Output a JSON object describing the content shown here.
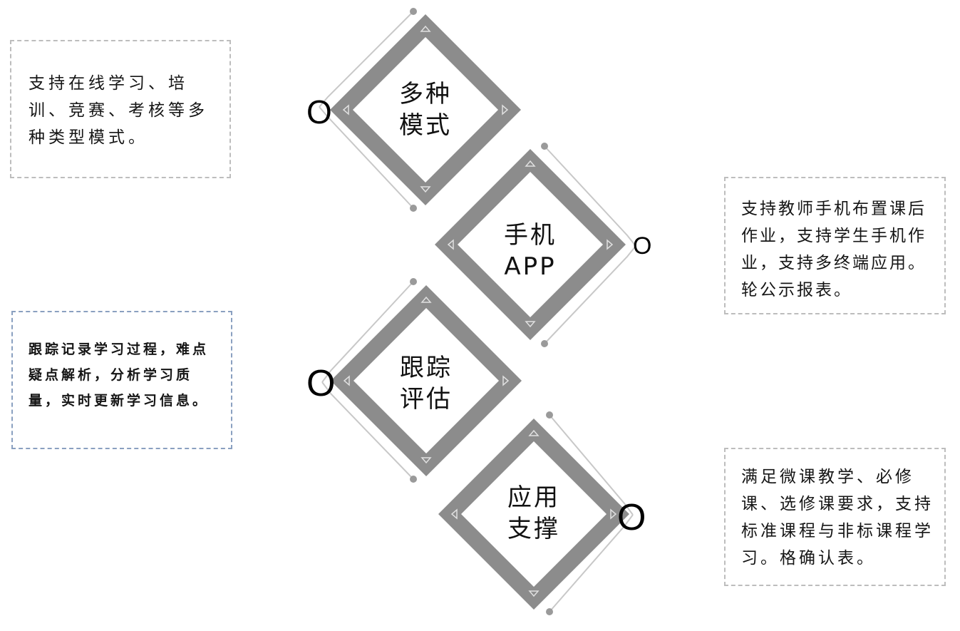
{
  "descriptions": {
    "top_left": "支持在线学习、培训、竞赛、考核等多种类型模式。",
    "right_top": "支持教师手机布置课后作业，支持学生手机作业，支持多终端应用。轮公示报表。",
    "mid_left": "跟踪记录学习过程，难点疑点解析，分析学习质量，实时更新学习信息。",
    "right_bottom": "满足微课教学、必修课、选修课要求，支持标准课程与非标课程学习。格确认表。"
  },
  "diamonds": [
    {
      "line1": "多种",
      "line2": "模式",
      "marker": "O"
    },
    {
      "line1": "手机",
      "line2": "APP",
      "marker": "O"
    },
    {
      "line1": "跟踪",
      "line2": "评估",
      "marker": "O"
    },
    {
      "line1": "应用",
      "line2": "支撑",
      "marker": "O"
    }
  ],
  "colors": {
    "diamond_fill": "#8c8c8c",
    "diamond_inner": "#ffffff",
    "box_border": "#bdbdbd",
    "box_border_blue": "#8aa0c0",
    "connector": "#c8c8c8"
  }
}
